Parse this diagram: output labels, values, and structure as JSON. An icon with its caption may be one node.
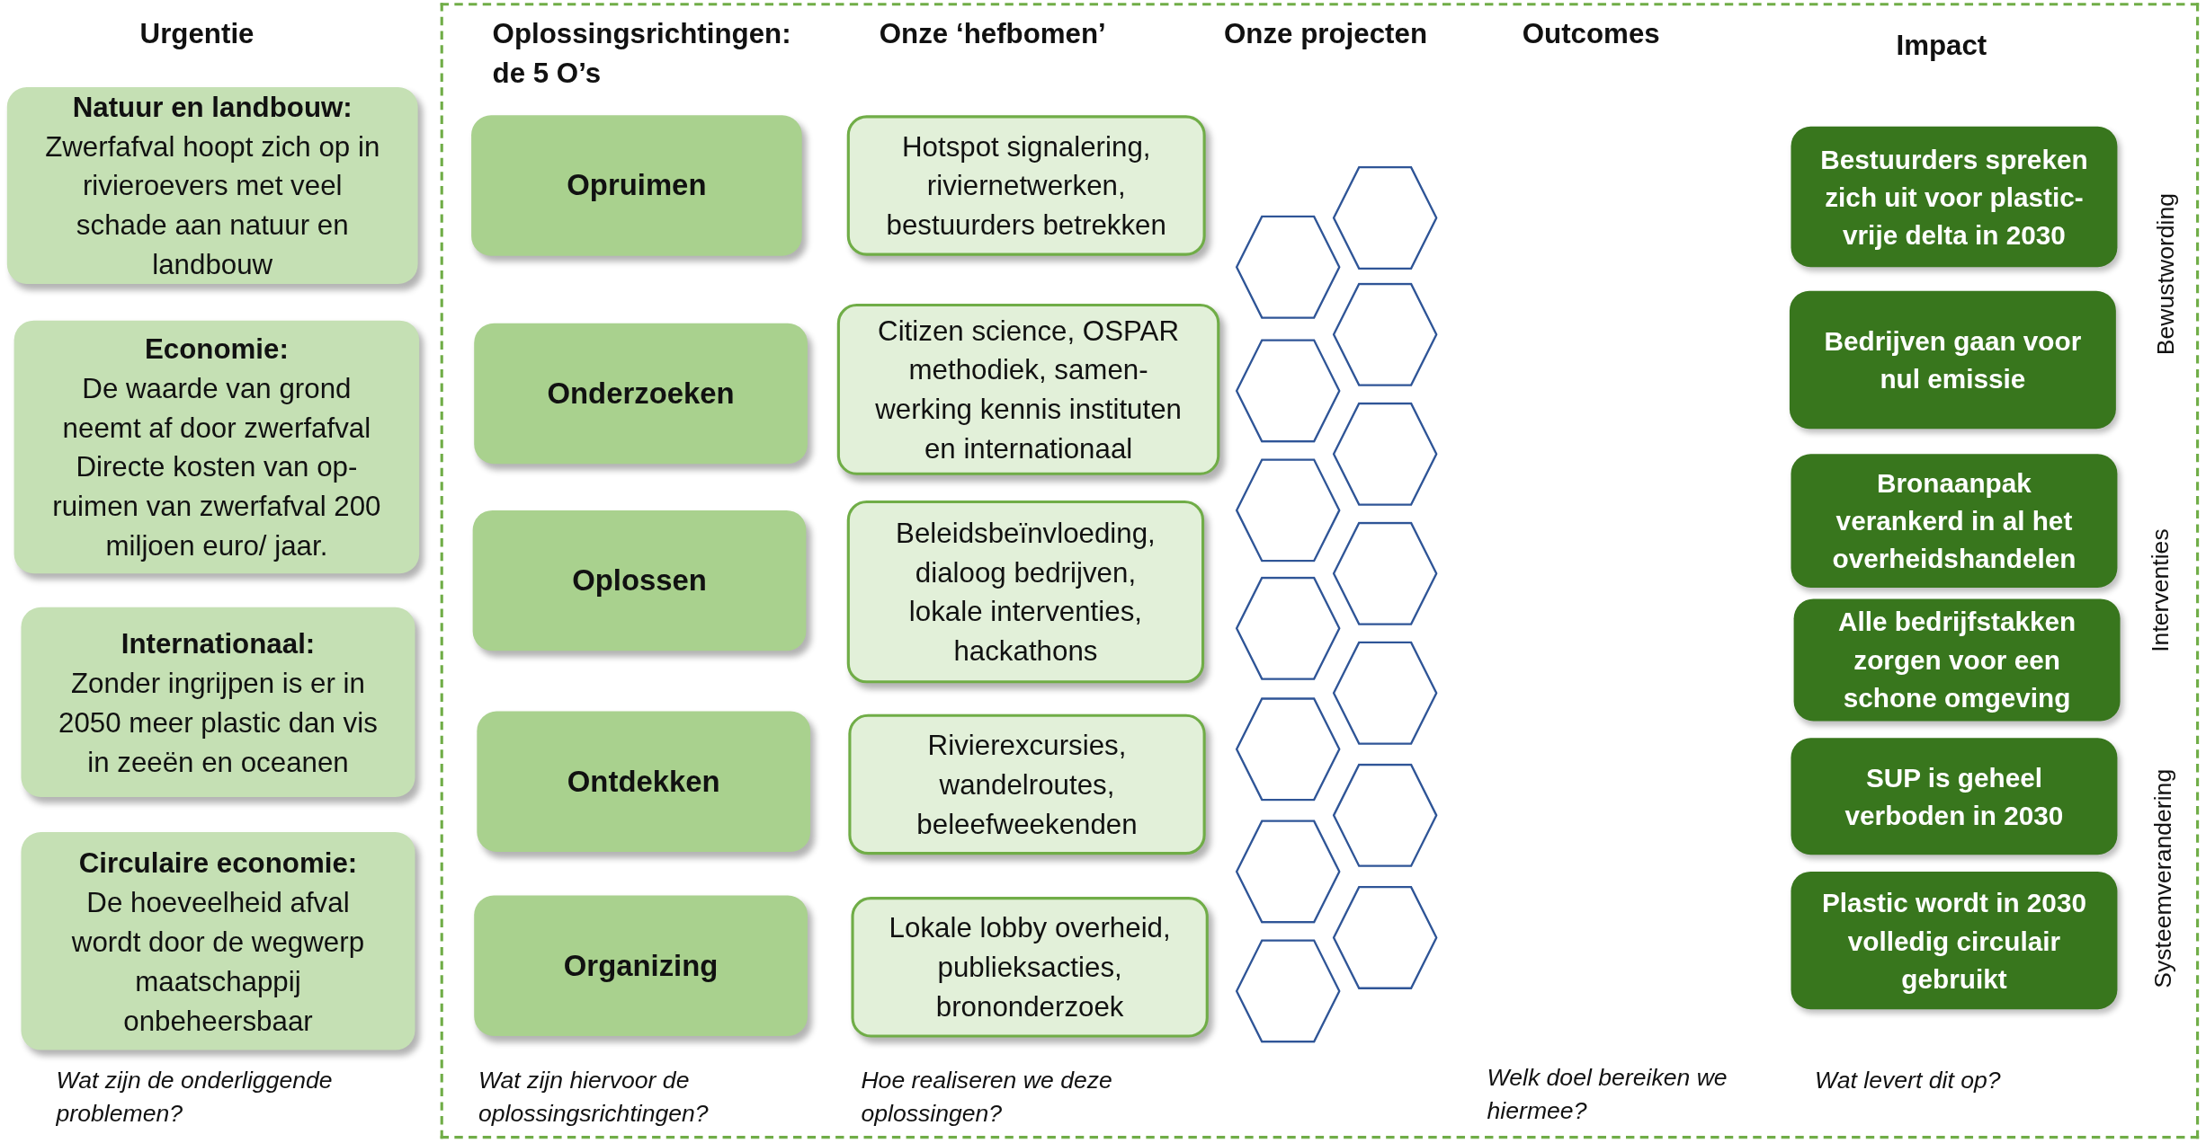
{
  "diagram": {
    "nodes": [
      {
        "text": [
          "Natuur en landbouw:",
          "Zwerfafval hoopt zich op in rivieroevers met veel schade aan natuur en landbouw"
        ]
      },
      {
        "text": [
          "Economie:",
          "De waarde van grond neemt af door zwerfafval Directe kosten van op- ruimen van zwerfafval 200 miljoen euro/ jaar."
        ]
      },
      {
        "text": [
          "Internationaal:",
          "Zonder ingrijpen is er in 2050 meer plastic dan vis in zeeën en oceanen"
        ]
      },
      {
        "text": [
          "Circulaire economie:",
          "De hoeveelheid afval wordt door de wegwerp maatschappij onbeheersbaar"
        ]
      },
      {
        "text": [],
        "shape": "box"
      },
      {
        "text": [
          "Opruimen"
        ],
        "in": 4
      },
      {
        "text": [
          "Onderzoeken"
        ],
        "in": 4
      },
      {
        "text": [
          "Oplossen"
        ],
        "in": 4
      },
      {
        "text": [
          "Ontdekken"
        ],
        "in": 4
      },
      {
        "text": [
          "Organizing"
        ],
        "in": 4
      },
      {
        "text": [
          "Hotspot signalering, riviernetwerken, bestuurders betrekken"
        ],
        "in": 4
      },
      {
        "text": [
          "Citizen science, OSPAR methodiek, samen- werking kennis instituten en internationaal"
        ],
        "in": 4
      },
      {
        "text": [
          "Beleidsbeïnvloeding, dialoog bedrijven, lokale interventies, hackathons"
        ],
        "in": 4
      },
      {
        "text": [
          "Rivierexcursies, wandelroutes, beleefweekenden"
        ],
        "in": 4
      },
      {
        "text": [
          "Lokale lobby overheid, publieksacties, brononderzoek"
        ],
        "in": 4
      },
      {
        "text": [],
        "shape": "hexagon",
        "in": 4
      },
      {
        "text": [],
        "shape": "hexagon",
        "in": 4
      },
      {
        "text": [],
        "shape": "hexagon",
        "in": 4
      },
      {
        "text": [],
        "shape": "hexagon",
        "in": 4
      },
      {
        "text": [],
        "shape": "hexagon",
        "in": 4
      },
      {
        "text": [],
        "shape": "hexagon",
        "in": 4
      },
      {
        "text": [],
        "shape": "hexagon",
        "in": 4
      },
      {
        "text": [],
        "shape": "hexagon",
        "in": 4
      },
      {
        "text": [],
        "shape": "hexagon",
        "in": 4
      },
      {
        "text": [],
        "shape": "hexagon",
        "in": 4
      },
      {
        "text": [],
        "shape": "hexagon",
        "in": 4
      },
      {
        "text": [],
        "shape": "hexagon",
        "in": 4
      },
      {
        "text": [],
        "shape": "hexagon",
        "in": 4
      },
      {
        "text": [],
        "shape": "hexagon",
        "in": 4
      },
      {
        "text": [
          "Bestuurders spreken zich uit voor plastic- vrije delta in 2030"
        ],
        "in": 4
      },
      {
        "text": [
          "Bedrijven gaan voor nul emissie"
        ],
        "in": 4
      },
      {
        "text": [
          "Bronaanpak verankerd in al het overheidshandelen"
        ],
        "in": 4
      },
      {
        "text": [
          "Alle bedrijfstakken zorgen voor een schone omgeving"
        ],
        "in": 4
      },
      {
        "text": [
          "SUP is geheel verboden in 2030"
        ],
        "in": 4
      },
      {
        "text": [
          "Plastic wordt in 2030 volledig circulair gebruikt"
        ],
        "in": 4
      }
    ],
    "labels": [
      "Urgentie",
      "Oplossingsrichtingen: de 5 O’s",
      "Onze ‘hefbomen’",
      "Onze projecten",
      "Outcomes",
      "Impact",
      "Bewustwording",
      "Interventies",
      "Systeemverandering",
      "Wat zijn de onderliggende problemen?",
      "Wat zijn hiervoor de oplossingsrichtingen?",
      "Hoe realiseren we deze oplossingen?",
      "Welk doel bereiken we hiermee?",
      "Wat levert dit op?"
    ]
  }
}
